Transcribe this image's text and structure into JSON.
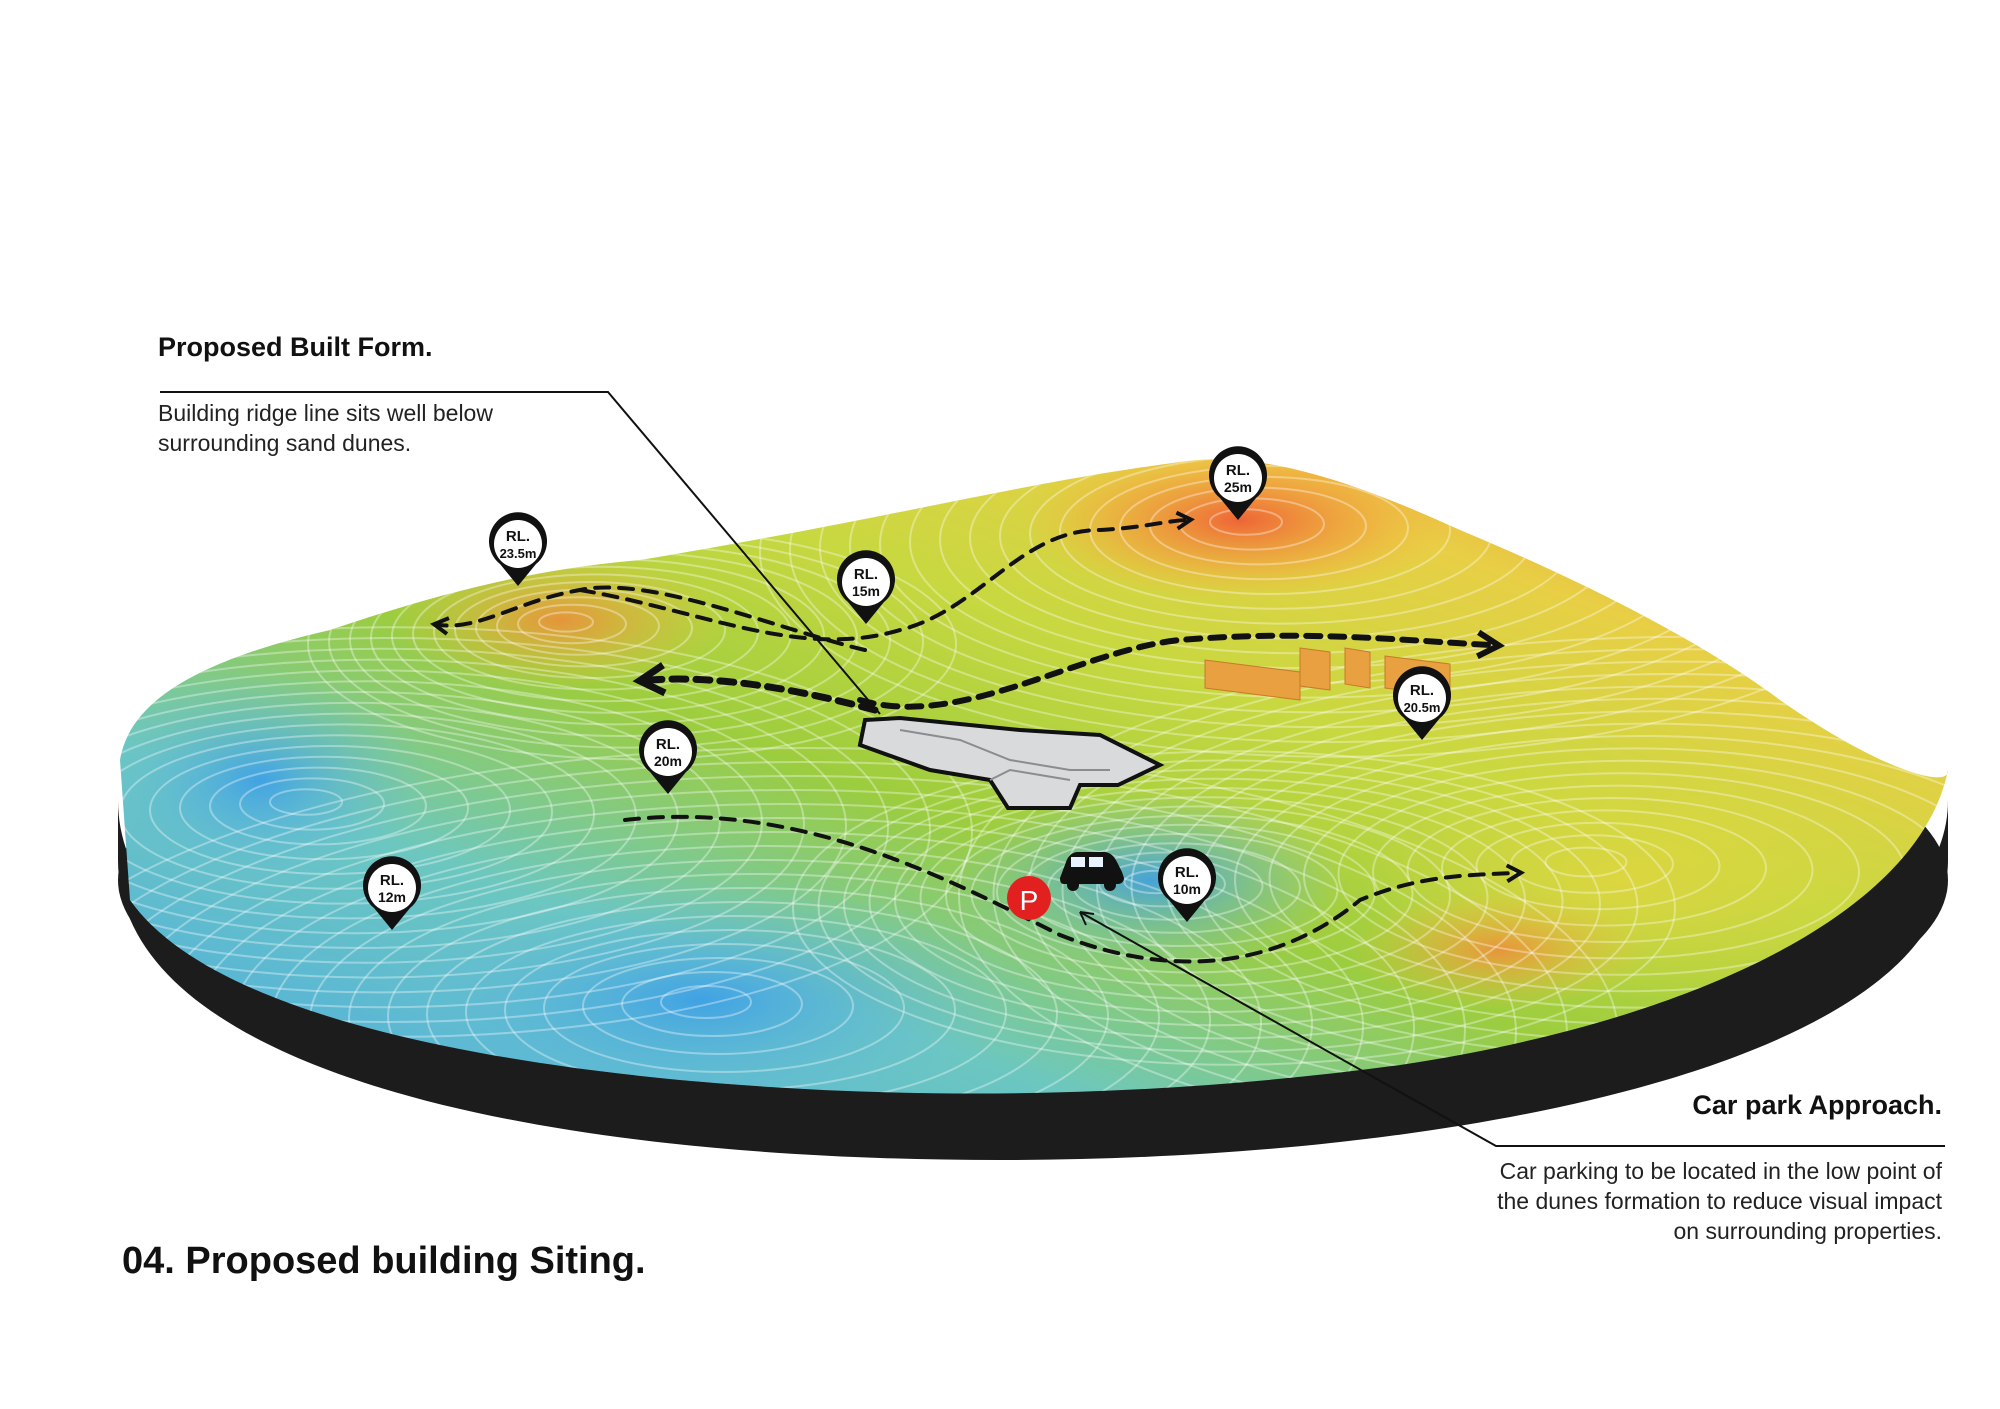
{
  "annotations": {
    "built_form": {
      "heading": "Proposed Built Form.",
      "line1": "Building ridge line sits well below",
      "line2": "surrounding sand dunes."
    },
    "car_park": {
      "heading": "Car park Approach.",
      "line1": "Car parking to be located in the low point of",
      "line2": "the dunes formation to reduce visual impact",
      "line3": "on surrounding properties."
    }
  },
  "title": "04. Proposed building Siting.",
  "level_markers": [
    {
      "label": "RL.",
      "value": "25m"
    },
    {
      "label": "RL.",
      "value": "23.5m"
    },
    {
      "label": "RL.",
      "value": "15m"
    },
    {
      "label": "RL.",
      "value": "20.5m"
    },
    {
      "label": "RL.",
      "value": "20m"
    },
    {
      "label": "RL.",
      "value": "12m"
    },
    {
      "label": "RL.",
      "value": "10m"
    }
  ],
  "parking_symbol": "P",
  "colors": {
    "low": "#4aa8e6",
    "mid": "#9ccd3e",
    "high": "#f0753a",
    "parking": "#e32020",
    "base": "#1c1c1c"
  },
  "icons": [
    "map-pin-icon",
    "car-icon",
    "parking-icon",
    "building-icon"
  ]
}
